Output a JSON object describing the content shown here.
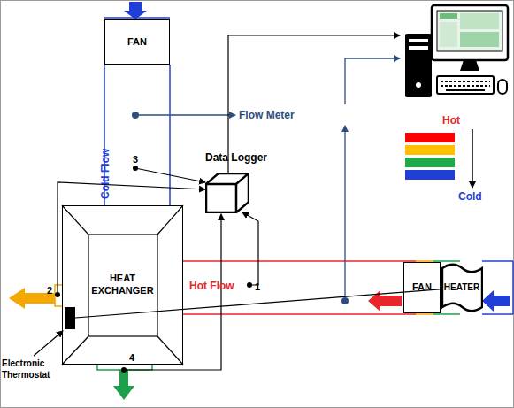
{
  "diagram": {
    "nodes": [
      {
        "text": [
          "FAN"
        ]
      },
      {
        "text": [
          "Data Logger"
        ]
      },
      {
        "text": [
          "HEAT EXCHANGER"
        ]
      },
      {
        "text": [
          "Electronic Thermostat"
        ]
      },
      {
        "text": [
          "FAN"
        ]
      },
      {
        "text": [
          "HEATER"
        ]
      }
    ],
    "edges": [
      {
        "from": 3,
        "to": 5,
        "arrow": "to"
      }
    ],
    "labels": [
      "Flow Meter",
      "Cold Flow",
      "3",
      "Hot Flow",
      "1",
      "2",
      "4",
      "Hot",
      "Cold"
    ]
  }
}
